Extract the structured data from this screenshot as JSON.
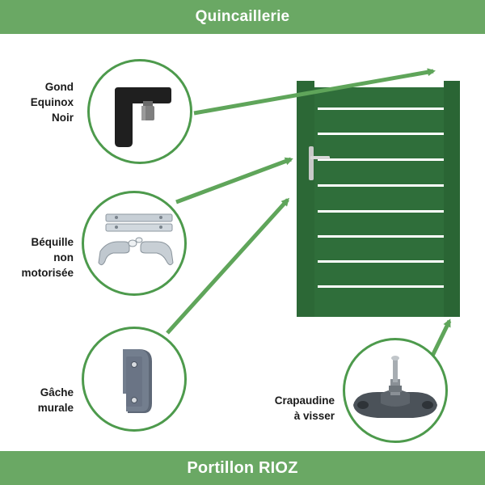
{
  "header": {
    "title": "Quincaillerie"
  },
  "footer": {
    "title": "Portillon RIOZ"
  },
  "callouts": [
    {
      "id": "gond",
      "lines": [
        "Gond",
        "Equinox",
        "Noir"
      ]
    },
    {
      "id": "bequille",
      "lines": [
        "Béquille",
        "non",
        "motorisée"
      ]
    },
    {
      "id": "gache",
      "lines": [
        "Gâche",
        "murale"
      ]
    },
    {
      "id": "crapaudine",
      "lines": [
        "Crapaudine",
        "à visser"
      ]
    }
  ],
  "colors": {
    "banner": "#6aa864",
    "accent_green": "#4d9a4c",
    "gate": "#2f6e3a",
    "gate_dark": "#245a2e"
  }
}
